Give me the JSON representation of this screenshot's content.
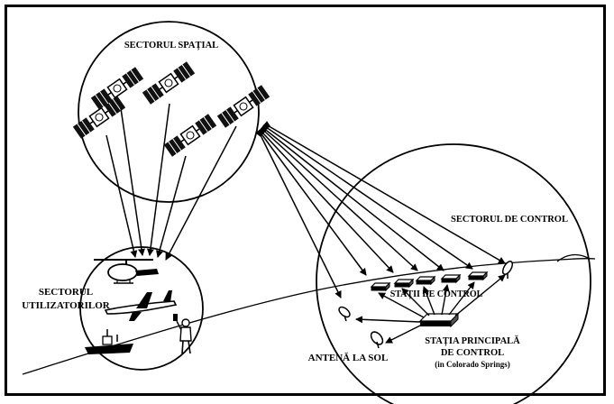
{
  "labels": {
    "space_segment": "SECTORUL SPAȚIAL",
    "control_segment": "SECTORUL DE CONTROL",
    "user_segment_line1": "SECTORUL",
    "user_segment_line2": "UTILIZATORILOR",
    "control_stations": "STAȚII DE CONTROL",
    "master_station_line1": "STAȚIA PRINCIPALĂ",
    "master_station_line2": "DE CONTROL",
    "master_station_line3": "(in Colorado Springs)",
    "ground_antenna": "ANTENĂ LA SOL"
  },
  "colors": {
    "ink": "#000000",
    "paper": "#ffffff"
  }
}
